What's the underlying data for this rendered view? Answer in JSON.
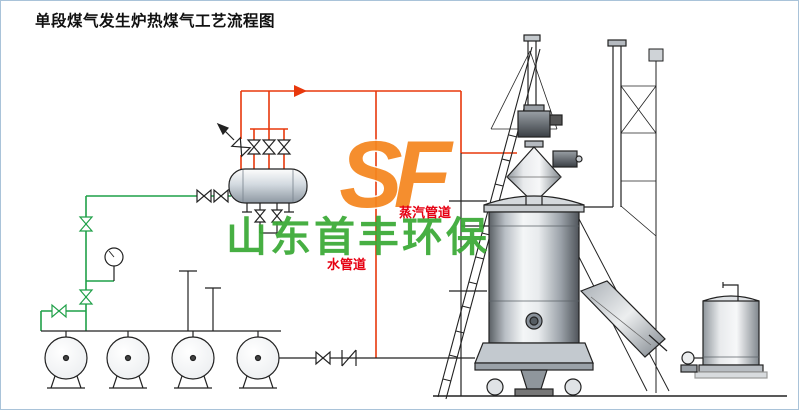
{
  "title": "单段煤气发生炉热煤气工艺流程图",
  "watermark": {
    "logo_text": "SF",
    "company_name": "山东首丰环保",
    "logo_color": "#f5861f",
    "company_color": "#3aaa35"
  },
  "labels": {
    "steam_pipe": "蒸汽管道",
    "water_pipe": "水管道"
  },
  "colors": {
    "steam_line": "#e8380c",
    "water_line": "#1fa048",
    "equipment_line": "#222222",
    "label_red": "#e60012",
    "border": "#a9c3d9",
    "background": "#ffffff"
  },
  "components": [
    "steam-drum",
    "safety-valve",
    "steam-outlet-valves",
    "feed-water-valves",
    "pressure-gauge",
    "water-pumps",
    "check-valve",
    "gas-generator",
    "coal-feeder",
    "bell-hopper",
    "support-mast",
    "cyclone-chute",
    "seal-water-tank"
  ]
}
